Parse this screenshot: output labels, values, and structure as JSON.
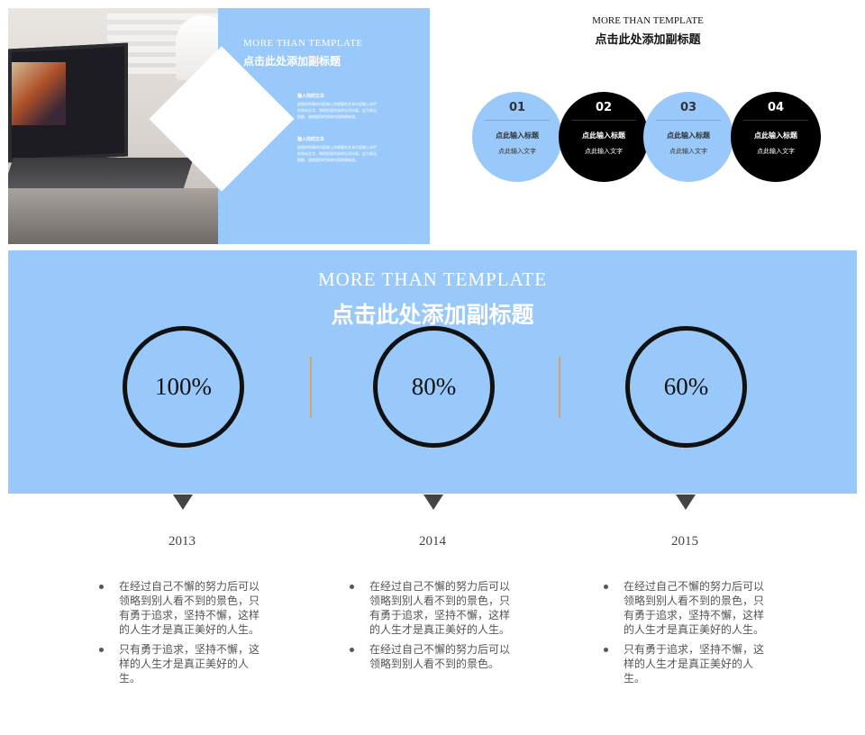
{
  "slide1": {
    "title": "MORE THAN TEMPLATE",
    "subtitle": "点击此处添加副标题",
    "blocks": [
      {
        "heading": "输入你的文本",
        "body": "根据你所需的内容输入你想要的文本内容输入本栏的具体文字，简明扼要的说明分项内容，此为概念图解，请根据您的具体内容酌情修改。"
      },
      {
        "heading": "输入你的文本",
        "body": "根据你所需的内容输入你想要的文本内容输入本栏的具体文字，简明扼要的说明分项内容，此为概念图解，请根据您的具体内容酌情修改。"
      }
    ]
  },
  "slide2": {
    "title": "MORE THAN TEMPLATE",
    "subtitle": "点击此处添加副标题",
    "items": [
      {
        "num": "01",
        "title": "点此输入标题",
        "text": "点此输入文字",
        "style": "blue"
      },
      {
        "num": "02",
        "title": "点此输入标题",
        "text": "点此输入文字",
        "style": "black"
      },
      {
        "num": "03",
        "title": "点此输入标题",
        "text": "点此输入文字",
        "style": "blue"
      },
      {
        "num": "04",
        "title": "点此输入标题",
        "text": "点此输入文字",
        "style": "black"
      }
    ]
  },
  "slide3": {
    "title": "MORE THAN TEMPLATE",
    "subtitle": "点击此处添加副标题",
    "columns": [
      {
        "percent": "100%",
        "value": 100,
        "year": "2013",
        "bullets": [
          "在经过自己不懈的努力后可以领略到别人看不到的景色，只有勇于追求，坚持不懈，这样的人生才是真正美好的人生。",
          "只有勇于追求，坚持不懈，这样的人生才是真正美好的人生。"
        ]
      },
      {
        "percent": "80%",
        "value": 80,
        "year": "2014",
        "bullets": [
          "在经过自己不懈的努力后可以领略到别人看不到的景色，只有勇于追求，坚持不懈，这样的人生才是真正美好的人生。",
          "在经过自己不懈的努力后可以领略到别人看不到的景色。"
        ]
      },
      {
        "percent": "60%",
        "value": 60,
        "year": "2015",
        "bullets": [
          "在经过自己不懈的努力后可以领略到别人看不到的景色，只有勇于追求，坚持不懈，这样的人生才是真正美好的人生。",
          "只有勇于追求，坚持不懈，这样的人生才是真正美好的人生。"
        ]
      }
    ]
  },
  "colors": {
    "accent_blue": "#99c9fb",
    "dark": "#000000",
    "separator": "#d1a56f"
  }
}
